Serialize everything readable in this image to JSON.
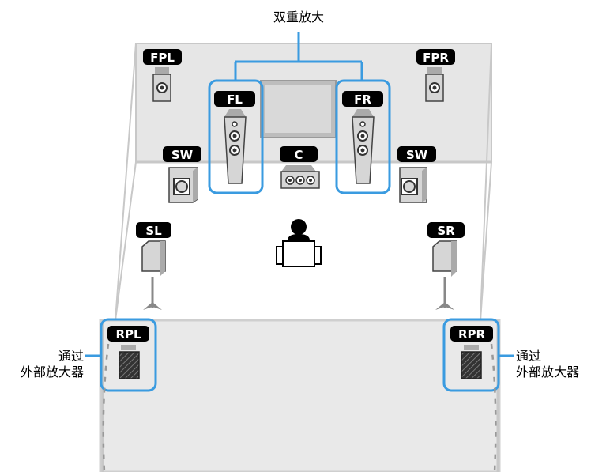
{
  "title": "双重放大",
  "external_amp_left": [
    "通过",
    "外部放大器"
  ],
  "external_amp_right": [
    "通过",
    "外部放大器"
  ],
  "speakers": {
    "fpl": "FPL",
    "fpr": "FPR",
    "fl": "FL",
    "fr": "FR",
    "c": "C",
    "sw_left": "SW",
    "sw_right": "SW",
    "sl": "SL",
    "sr": "SR",
    "rpl": "RPL",
    "rpr": "RPR"
  },
  "colors": {
    "highlight": "#3a9be0",
    "room_wall": "#dcdcdc",
    "room_floor": "#eaeaea",
    "speaker_body": "#d6d6d6",
    "tag_fill": "#000000"
  }
}
